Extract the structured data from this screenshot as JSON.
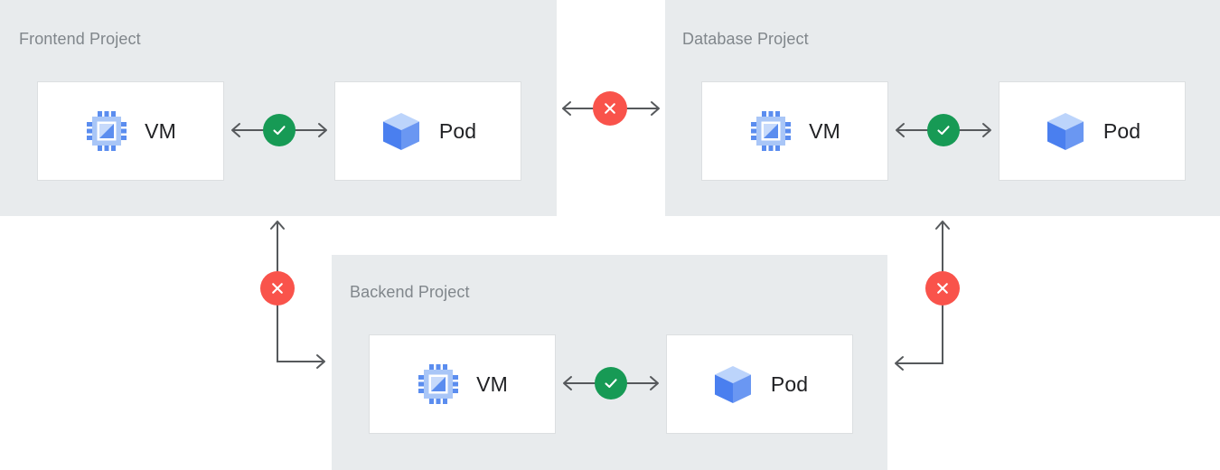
{
  "diagram": {
    "title_color": "#80868B",
    "panel_color": "#E8EBED",
    "card_color": "#FFFFFF",
    "line_color": "#56595C",
    "allowed_color": "#179A55",
    "blocked_color": "#F9534B",
    "vm_icon_color": "#5B8DEF",
    "pod_icon_color": "#4A7FEF"
  },
  "projects": [
    {
      "id": "frontend",
      "title": "Frontend Project",
      "resources": [
        {
          "label": "VM",
          "icon": "cpu-chip-icon"
        },
        {
          "label": "Pod",
          "icon": "cube-icon"
        }
      ],
      "internal_link": {
        "status": "allowed",
        "icon": "check-icon",
        "direction": "bidirectional"
      }
    },
    {
      "id": "database",
      "title": "Database Project",
      "resources": [
        {
          "label": "VM",
          "icon": "cpu-chip-icon"
        },
        {
          "label": "Pod",
          "icon": "cube-icon"
        }
      ],
      "internal_link": {
        "status": "allowed",
        "icon": "check-icon",
        "direction": "bidirectional"
      }
    },
    {
      "id": "backend",
      "title": "Backend Project",
      "resources": [
        {
          "label": "VM",
          "icon": "cpu-chip-icon"
        },
        {
          "label": "Pod",
          "icon": "cube-icon"
        }
      ],
      "internal_link": {
        "status": "allowed",
        "icon": "check-icon",
        "direction": "bidirectional"
      }
    }
  ],
  "cross_project_links": [
    {
      "id": "frontend-database",
      "from": "frontend",
      "to": "database",
      "status": "blocked",
      "icon": "cross-icon",
      "direction": "bidirectional"
    },
    {
      "id": "frontend-backend",
      "from": "frontend",
      "to": "backend",
      "status": "blocked",
      "icon": "cross-icon",
      "direction": "bidirectional"
    },
    {
      "id": "database-backend",
      "from": "database",
      "to": "backend",
      "status": "blocked",
      "icon": "cross-icon",
      "direction": "bidirectional"
    }
  ]
}
